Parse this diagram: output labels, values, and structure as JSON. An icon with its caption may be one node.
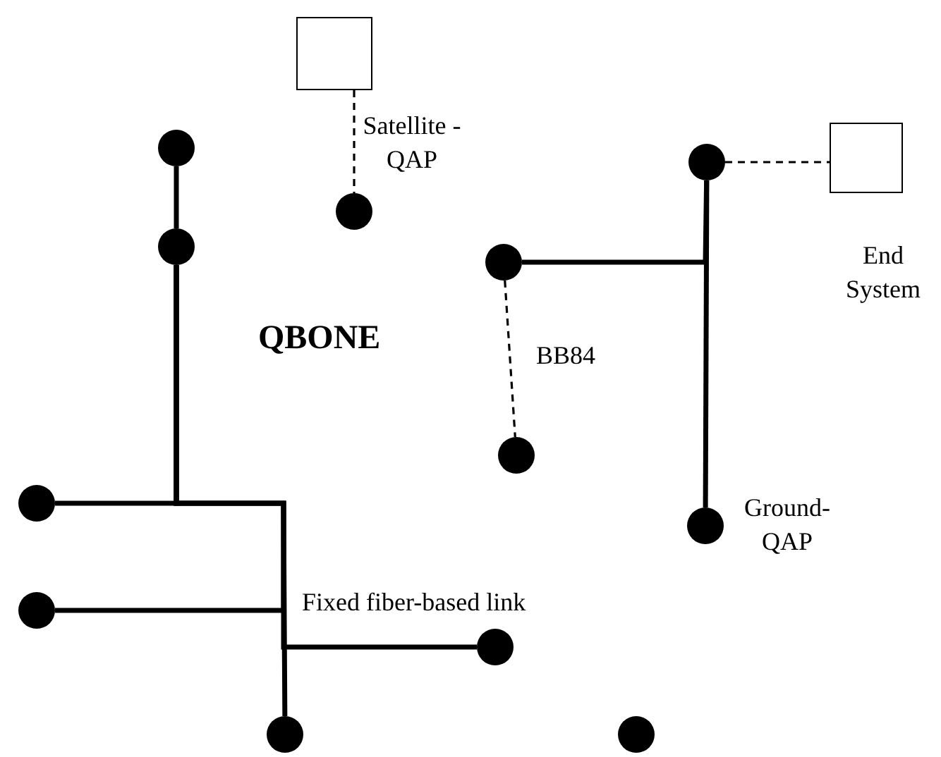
{
  "diagram": {
    "nodes": [
      {
        "text": [],
        "shape": "box"
      },
      {
        "text": [],
        "shape": "circle"
      },
      {
        "text": [],
        "shape": "circle"
      },
      {
        "text": [],
        "shape": "box",
        "beside": [
          "End System"
        ]
      },
      {
        "text": [],
        "shape": "circle",
        "beside": [
          "Satellite -QAP"
        ]
      },
      {
        "text": [],
        "shape": "circle"
      },
      {
        "text": [],
        "shape": "circle"
      },
      {
        "text": [],
        "shape": "circle"
      },
      {
        "text": [],
        "shape": "circle",
        "beside": [
          "Ground-QAP"
        ]
      },
      {
        "text": [],
        "shape": "circle"
      },
      {
        "text": [],
        "shape": "circle"
      },
      {
        "text": [],
        "shape": "circle"
      },
      {
        "text": [],
        "shape": "circle"
      },
      {
        "text": [],
        "shape": "circle"
      }
    ],
    "edges": [
      {
        "from": 0,
        "to": 4,
        "arrow": "none",
        "style": "dashed"
      },
      {
        "from": 2,
        "to": 3,
        "arrow": "none",
        "style": "dashed"
      },
      {
        "from": 1,
        "to": 5,
        "arrow": "none"
      },
      {
        "from": 6,
        "to": 2,
        "arrow": "none"
      },
      {
        "from": 6,
        "to": 7,
        "arrow": "none",
        "style": "dashed",
        "label": "BB84"
      },
      {
        "from": 5,
        "to": 9,
        "arrow": "none"
      },
      {
        "from": 5,
        "to": 10,
        "arrow": "none"
      },
      {
        "from": 5,
        "to": 11,
        "arrow": "none"
      },
      {
        "from": 5,
        "to": 12,
        "arrow": "none"
      },
      {
        "from": 2,
        "to": 8,
        "arrow": "none"
      }
    ],
    "labels": [
      "QBONE",
      "Fixed fiber-based link"
    ]
  }
}
